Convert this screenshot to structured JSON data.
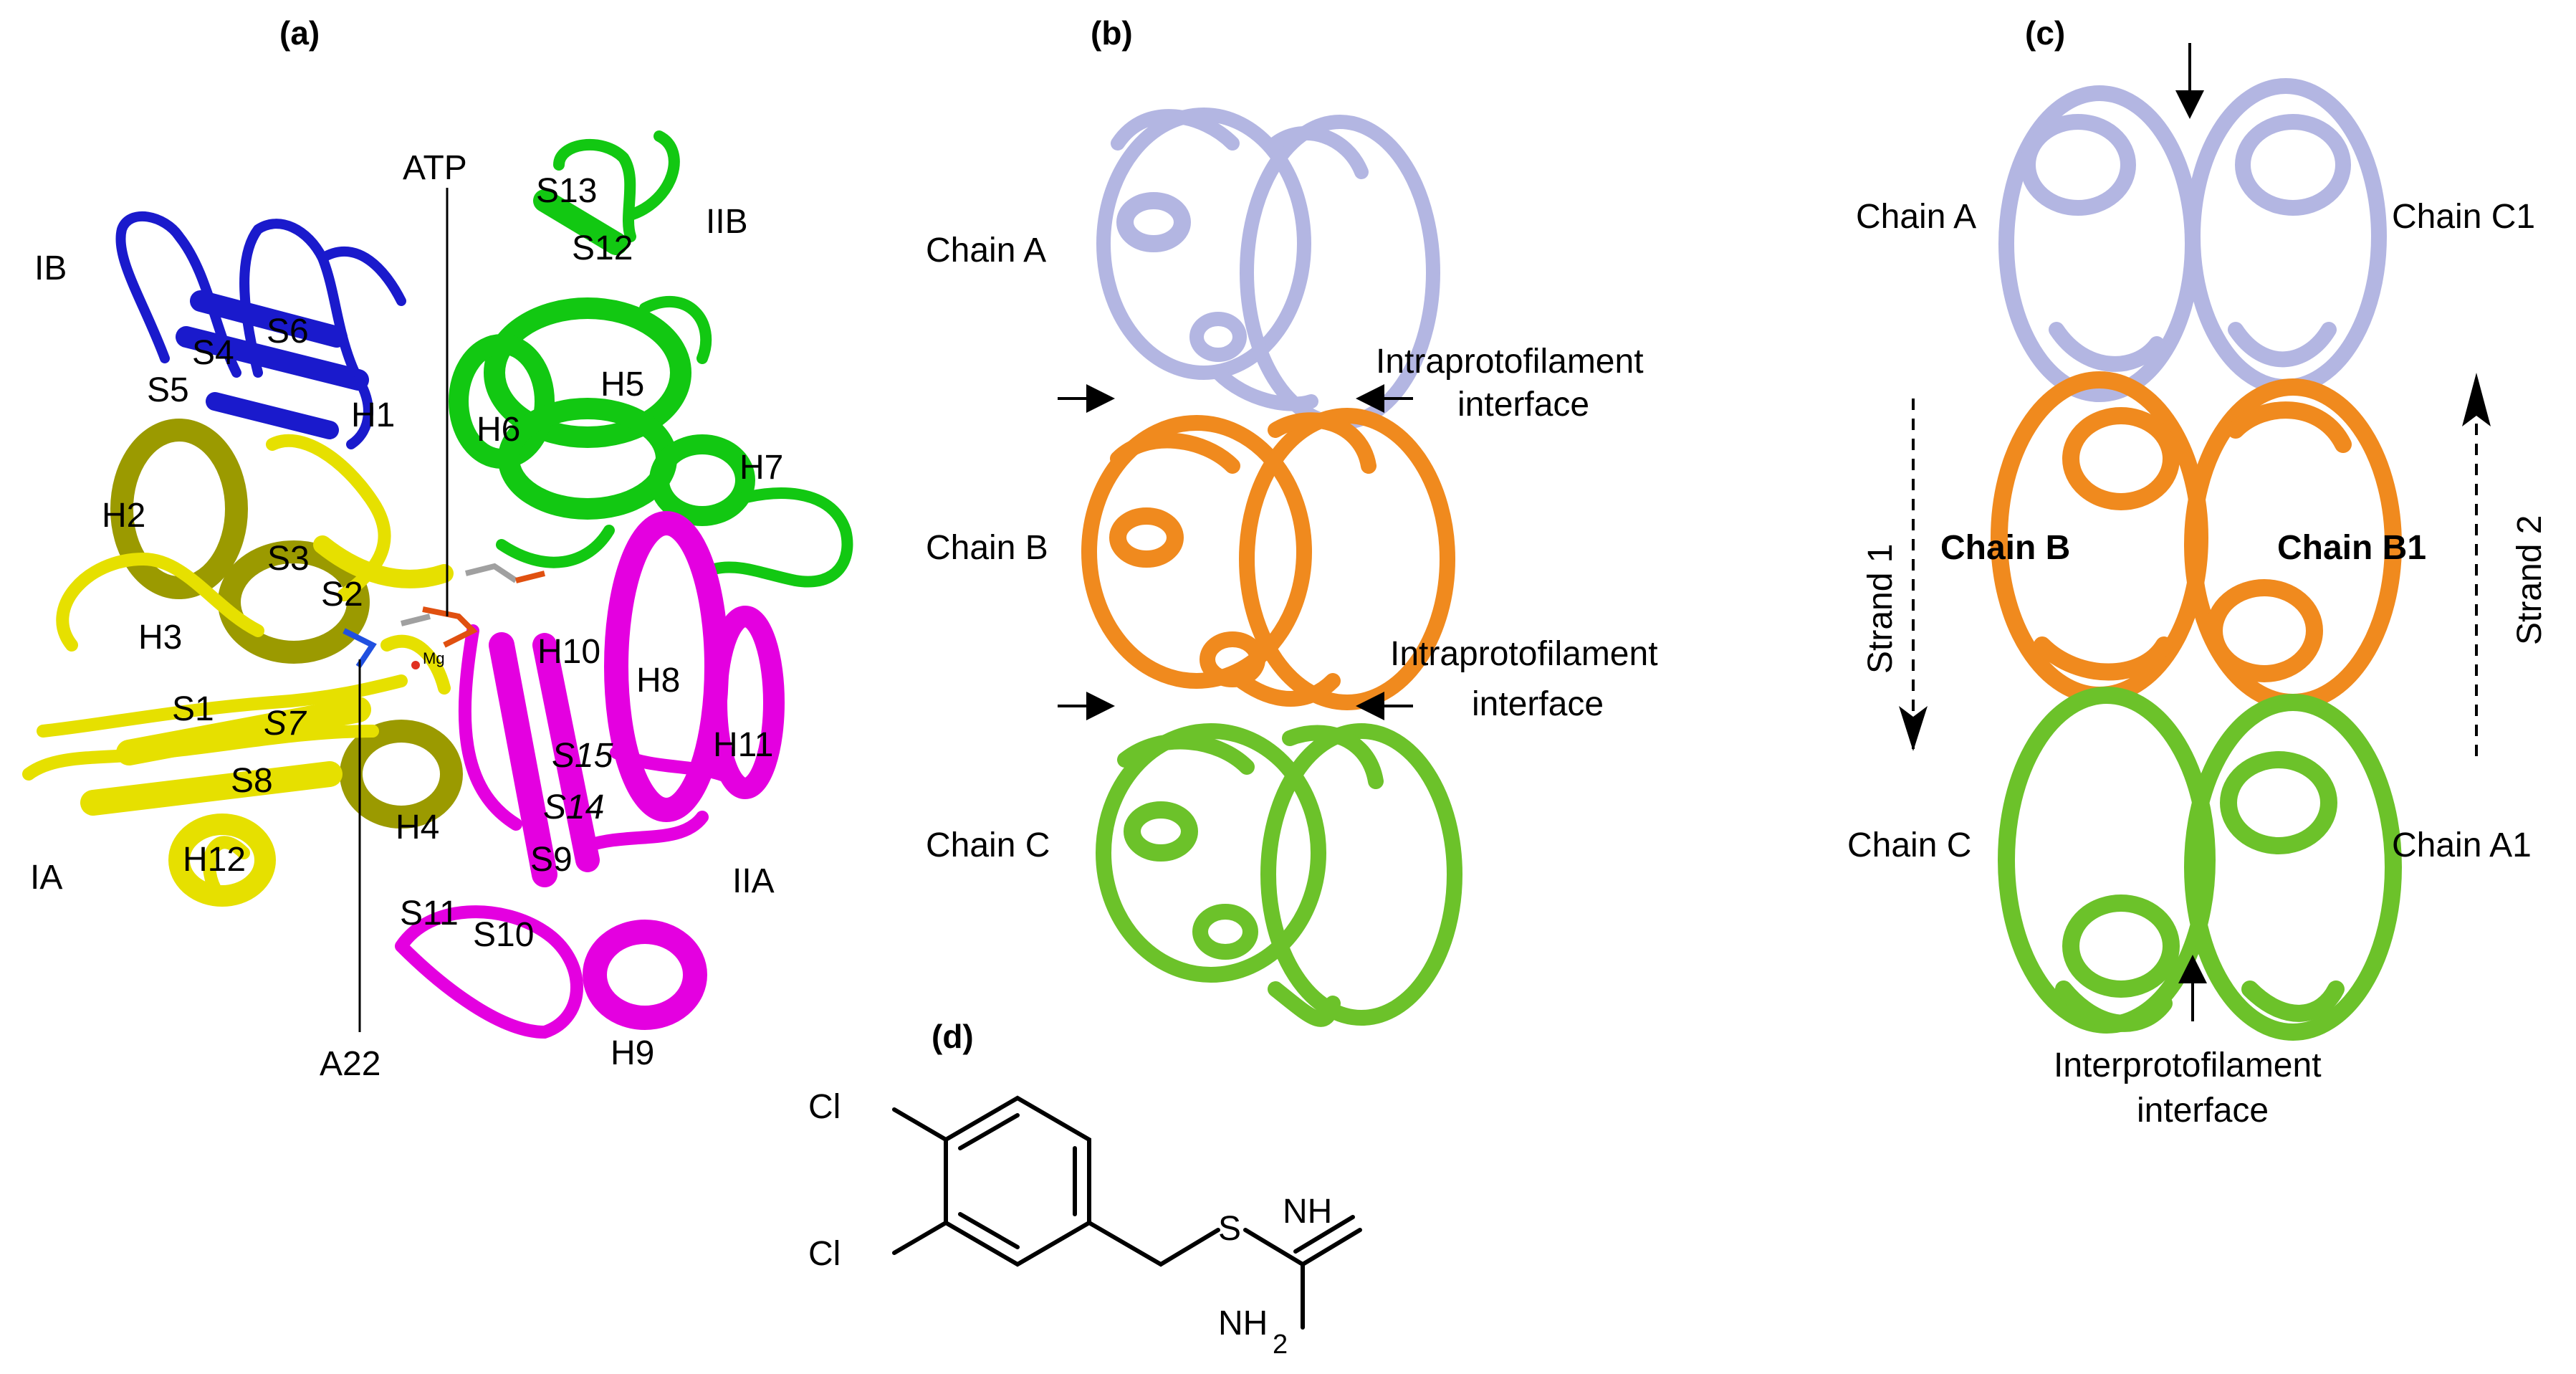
{
  "panels": {
    "a": "(a)",
    "b": "(b)",
    "c": "(c)",
    "d": "(d)"
  },
  "colors": {
    "IB": "#1a1acc",
    "IA_dark": "#9b9a00",
    "IA": "#e6e000",
    "IIB": "#12c812",
    "IIA": "#e400e0",
    "chainA": "#b3b6e2",
    "chainB": "#f08a1e",
    "chainC": "#6cc22a"
  },
  "a": {
    "ATP": "ATP",
    "A22": "A22",
    "Mg": "Mg",
    "domains": {
      "IB": "IB",
      "IIB": "IIB",
      "IA": "IA",
      "IIA": "IIA"
    },
    "labels": {
      "S13": "S13",
      "S12": "S12",
      "S4": "S4",
      "S6": "S6",
      "S5": "S5",
      "H1": "H1",
      "H5": "H5",
      "H6": "H6",
      "H7": "H7",
      "H2": "H2",
      "S3": "S3",
      "S2": "S2",
      "H3": "H3",
      "H10": "H10",
      "H8": "H8",
      "S1": "S1",
      "S7": "S7",
      "S15": "S15",
      "H11": "H11",
      "S8": "S8",
      "S14": "S14",
      "H4": "H4",
      "H12": "H12",
      "S9": "S9",
      "S11": "S11",
      "S10": "S10",
      "H9": "H9"
    }
  },
  "b": {
    "chainA": "Chain A",
    "chainB": "Chain B",
    "chainC": "Chain C",
    "iface1_l1": "Intraprotofilament",
    "iface1_l2": "interface",
    "iface2_l1": "Intraprotofilament",
    "iface2_l2": "interface"
  },
  "c": {
    "chainA": "Chain A",
    "chainC1": "Chain C1",
    "chainB": "Chain B",
    "chainB1": "Chain B1",
    "chainC": "Chain C",
    "chainA1": "Chain A1",
    "strand1": "Strand 1",
    "strand2": "Strand 2",
    "iface_l1": "Interprotofilament",
    "iface_l2": "interface"
  },
  "d": {
    "cl1": "Cl",
    "cl2": "Cl",
    "s": "S",
    "nh": "NH",
    "nh2": "NH",
    "sub2": "2"
  }
}
